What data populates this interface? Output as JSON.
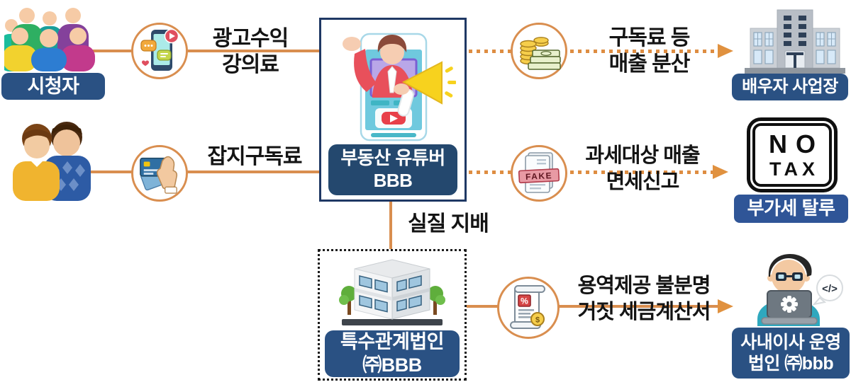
{
  "nodes": {
    "viewers": {
      "label": "시청자"
    },
    "youtuber": {
      "label_line1": "부동산 유튜버",
      "label_line2": "BBB"
    },
    "spouse_business": {
      "label": "배우자 사업장"
    },
    "vat_evasion": {
      "label": "부가세 탈루",
      "stamp_line1": "NO",
      "stamp_line2": "TAX"
    },
    "related_corp": {
      "label_line1": "특수관계법인",
      "label_line2": "㈜BBB"
    },
    "director_corp": {
      "label_line1": "사내이사 운영",
      "label_line2": "법인 ㈜bbb"
    }
  },
  "edges": {
    "ad_revenue": {
      "line1": "광고수익",
      "line2": "강의료"
    },
    "magazine": {
      "line1": "잡지구독료"
    },
    "revenue_split": {
      "line1": "구독료 등",
      "line2": "매출 분산"
    },
    "exempt_report": {
      "line1": "과세대상 매출",
      "line2": "면세신고"
    },
    "control": {
      "line1": "실질 지배"
    },
    "false_invoice": {
      "line1": "용역제공 불분명",
      "line2": "거짓 세금계산서"
    }
  },
  "icon_texts": {
    "fake_stamp": "FAKE",
    "percent": "%",
    "dollar": "$",
    "code_bubble": "</>"
  },
  "colors": {
    "line_orange": "#D98E4F",
    "arrow_orange": "#E0913F",
    "label_navy": "#2A5183",
    "box_border_navy": "#1F3864"
  }
}
